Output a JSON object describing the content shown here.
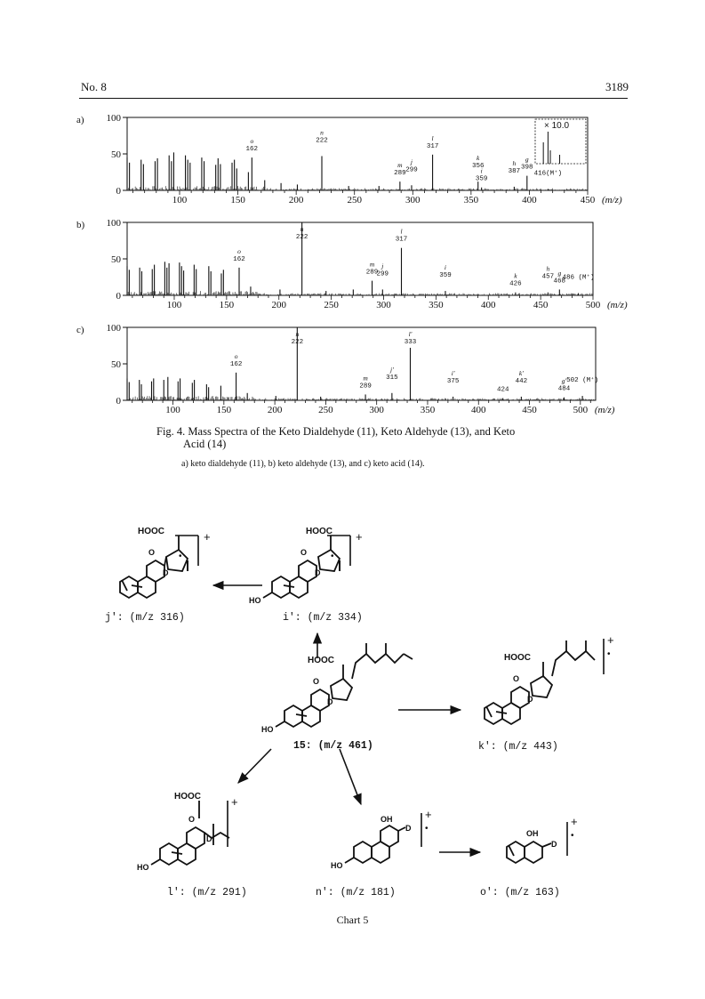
{
  "header": {
    "issue": "No. 8",
    "page": "3189"
  },
  "figure": {
    "caption_title": "Fig. 4.   Mass Spectra of the Keto Dialdehyde (11), Keto Aldehyde (13), and Keto",
    "caption_title_cont": "Acid (14)",
    "subcaption": "a) keto dialdehyde (11), b) keto aldehyde (13), and c) keto acid (14).",
    "axis_unit": "(m/z)"
  },
  "chart_data": [
    {
      "type": "bar",
      "panel": "a)",
      "xlim": [
        55,
        450
      ],
      "ylim": [
        0,
        100
      ],
      "xticks": [
        100,
        150,
        200,
        250,
        300,
        350,
        400,
        450
      ],
      "yticks": [
        0,
        50,
        100
      ],
      "xlabel": "(m/z)",
      "inset_label": "× 10.0",
      "peaks": [
        {
          "x": 55,
          "y": 45
        },
        {
          "x": 57,
          "y": 38
        },
        {
          "x": 67,
          "y": 42
        },
        {
          "x": 69,
          "y": 36
        },
        {
          "x": 79,
          "y": 40
        },
        {
          "x": 81,
          "y": 44
        },
        {
          "x": 91,
          "y": 48
        },
        {
          "x": 93,
          "y": 40
        },
        {
          "x": 95,
          "y": 52
        },
        {
          "x": 105,
          "y": 48
        },
        {
          "x": 107,
          "y": 42
        },
        {
          "x": 109,
          "y": 38
        },
        {
          "x": 119,
          "y": 45
        },
        {
          "x": 121,
          "y": 40
        },
        {
          "x": 131,
          "y": 35
        },
        {
          "x": 133,
          "y": 44
        },
        {
          "x": 135,
          "y": 36
        },
        {
          "x": 145,
          "y": 38
        },
        {
          "x": 147,
          "y": 42
        },
        {
          "x": 149,
          "y": 30
        },
        {
          "x": 159,
          "y": 25
        },
        {
          "x": 162,
          "y": 45
        },
        {
          "x": 173,
          "y": 14
        },
        {
          "x": 187,
          "y": 10
        },
        {
          "x": 201,
          "y": 8
        },
        {
          "x": 222,
          "y": 47
        },
        {
          "x": 245,
          "y": 6
        },
        {
          "x": 271,
          "y": 6
        },
        {
          "x": 289,
          "y": 12
        },
        {
          "x": 299,
          "y": 7
        },
        {
          "x": 317,
          "y": 49
        },
        {
          "x": 356,
          "y": 12
        },
        {
          "x": 359,
          "y": 4
        },
        {
          "x": 387,
          "y": 5
        },
        {
          "x": 398,
          "y": 20
        },
        {
          "x": 416,
          "y": 2
        }
      ],
      "annotations": [
        {
          "letter": "o",
          "mz": "162",
          "x": 162
        },
        {
          "letter": "n",
          "mz": "222",
          "x": 222
        },
        {
          "letter": "m",
          "mz": "289",
          "x": 289
        },
        {
          "letter": "j",
          "mz": "299",
          "x": 299
        },
        {
          "letter": "l",
          "mz": "317",
          "x": 317
        },
        {
          "letter": "k",
          "mz": "356",
          "x": 356
        },
        {
          "letter": "i",
          "mz": "359",
          "x": 359
        },
        {
          "letter": "h",
          "mz": "387",
          "x": 387
        },
        {
          "letter": "g",
          "mz": "398",
          "x": 398
        },
        {
          "letter": "",
          "mz": "416(M⁺)",
          "x": 416
        }
      ]
    },
    {
      "type": "bar",
      "panel": "b)",
      "xlim": [
        55,
        500
      ],
      "ylim": [
        0,
        100
      ],
      "xticks": [
        100,
        150,
        200,
        250,
        300,
        350,
        400,
        450,
        500
      ],
      "yticks": [
        0,
        50,
        100
      ],
      "xlabel": "(m/z)",
      "peaks": [
        {
          "x": 55,
          "y": 40
        },
        {
          "x": 57,
          "y": 35
        },
        {
          "x": 67,
          "y": 38
        },
        {
          "x": 69,
          "y": 33
        },
        {
          "x": 79,
          "y": 36
        },
        {
          "x": 81,
          "y": 42
        },
        {
          "x": 91,
          "y": 46
        },
        {
          "x": 93,
          "y": 38
        },
        {
          "x": 95,
          "y": 44
        },
        {
          "x": 105,
          "y": 45
        },
        {
          "x": 107,
          "y": 40
        },
        {
          "x": 109,
          "y": 34
        },
        {
          "x": 119,
          "y": 42
        },
        {
          "x": 121,
          "y": 36
        },
        {
          "x": 133,
          "y": 40
        },
        {
          "x": 135,
          "y": 33
        },
        {
          "x": 145,
          "y": 30
        },
        {
          "x": 147,
          "y": 35
        },
        {
          "x": 162,
          "y": 38
        },
        {
          "x": 173,
          "y": 12
        },
        {
          "x": 201,
          "y": 8
        },
        {
          "x": 222,
          "y": 100
        },
        {
          "x": 245,
          "y": 6
        },
        {
          "x": 271,
          "y": 8
        },
        {
          "x": 289,
          "y": 20
        },
        {
          "x": 299,
          "y": 8
        },
        {
          "x": 317,
          "y": 65
        },
        {
          "x": 359,
          "y": 6
        },
        {
          "x": 426,
          "y": 4
        },
        {
          "x": 457,
          "y": 4
        },
        {
          "x": 468,
          "y": 8
        },
        {
          "x": 486,
          "y": 3
        }
      ],
      "annotations": [
        {
          "letter": "o",
          "mz": "162",
          "x": 162
        },
        {
          "letter": "n",
          "mz": "222",
          "x": 222
        },
        {
          "letter": "m",
          "mz": "289",
          "x": 289
        },
        {
          "letter": "j",
          "mz": "299",
          "x": 299
        },
        {
          "letter": "l",
          "mz": "317",
          "x": 317
        },
        {
          "letter": "i",
          "mz": "359",
          "x": 359
        },
        {
          "letter": "k",
          "mz": "426",
          "x": 426
        },
        {
          "letter": "h",
          "mz": "457",
          "x": 457
        },
        {
          "letter": "g",
          "mz": "468",
          "x": 468
        },
        {
          "letter": "",
          "mz": "486 (M⁺)",
          "x": 486
        }
      ]
    },
    {
      "type": "bar",
      "panel": "c)",
      "xlim": [
        55,
        515
      ],
      "ylim": [
        0,
        100
      ],
      "xticks": [
        100,
        150,
        200,
        250,
        300,
        350,
        400,
        450,
        500
      ],
      "yticks": [
        0,
        50,
        100
      ],
      "xlabel": "(m/z)",
      "peaks": [
        {
          "x": 55,
          "y": 30
        },
        {
          "x": 57,
          "y": 25
        },
        {
          "x": 67,
          "y": 28
        },
        {
          "x": 69,
          "y": 22
        },
        {
          "x": 79,
          "y": 26
        },
        {
          "x": 81,
          "y": 30
        },
        {
          "x": 91,
          "y": 28
        },
        {
          "x": 95,
          "y": 32
        },
        {
          "x": 105,
          "y": 26
        },
        {
          "x": 107,
          "y": 30
        },
        {
          "x": 119,
          "y": 24
        },
        {
          "x": 121,
          "y": 28
        },
        {
          "x": 133,
          "y": 22
        },
        {
          "x": 135,
          "y": 18
        },
        {
          "x": 147,
          "y": 20
        },
        {
          "x": 162,
          "y": 38
        },
        {
          "x": 173,
          "y": 10
        },
        {
          "x": 201,
          "y": 6
        },
        {
          "x": 222,
          "y": 100
        },
        {
          "x": 245,
          "y": 5
        },
        {
          "x": 289,
          "y": 8
        },
        {
          "x": 315,
          "y": 10
        },
        {
          "x": 333,
          "y": 72
        },
        {
          "x": 375,
          "y": 5
        },
        {
          "x": 424,
          "y": 3
        },
        {
          "x": 442,
          "y": 5
        },
        {
          "x": 484,
          "y": 4
        },
        {
          "x": 502,
          "y": 6
        }
      ],
      "annotations": [
        {
          "letter": "o",
          "mz": "162",
          "x": 162
        },
        {
          "letter": "n",
          "mz": "222",
          "x": 222
        },
        {
          "letter": "m",
          "mz": "289",
          "x": 289
        },
        {
          "letter": "j'",
          "mz": "315",
          "x": 315
        },
        {
          "letter": "l'",
          "mz": "333",
          "x": 333
        },
        {
          "letter": "i'",
          "mz": "375",
          "x": 375
        },
        {
          "letter": "",
          "mz": "424",
          "x": 424
        },
        {
          "letter": "k'",
          "mz": "442",
          "x": 442
        },
        {
          "letter": "g'",
          "mz": "484",
          "x": 484
        },
        {
          "letter": "",
          "mz": "502 (M⁺)",
          "x": 502
        }
      ]
    }
  ],
  "scheme": {
    "title": "Chart 5",
    "compounds": [
      {
        "id": "j'",
        "label": "j': (m/z 316)"
      },
      {
        "id": "i'",
        "label": "i': (m/z 334)"
      },
      {
        "id": "15",
        "label": "15: (m/z 461)"
      },
      {
        "id": "k'",
        "label": "k': (m/z 443)"
      },
      {
        "id": "l'",
        "label": "l': (m/z 291)"
      },
      {
        "id": "n'",
        "label": "n': (m/z 181)"
      },
      {
        "id": "o'",
        "label": "o': (m/z 163)"
      }
    ],
    "atom_labels": {
      "hooc": "HOOC",
      "ho": "HO",
      "oh": "OH",
      "o": "O",
      "d": "D",
      "plus": "+",
      "radical": "•"
    }
  }
}
